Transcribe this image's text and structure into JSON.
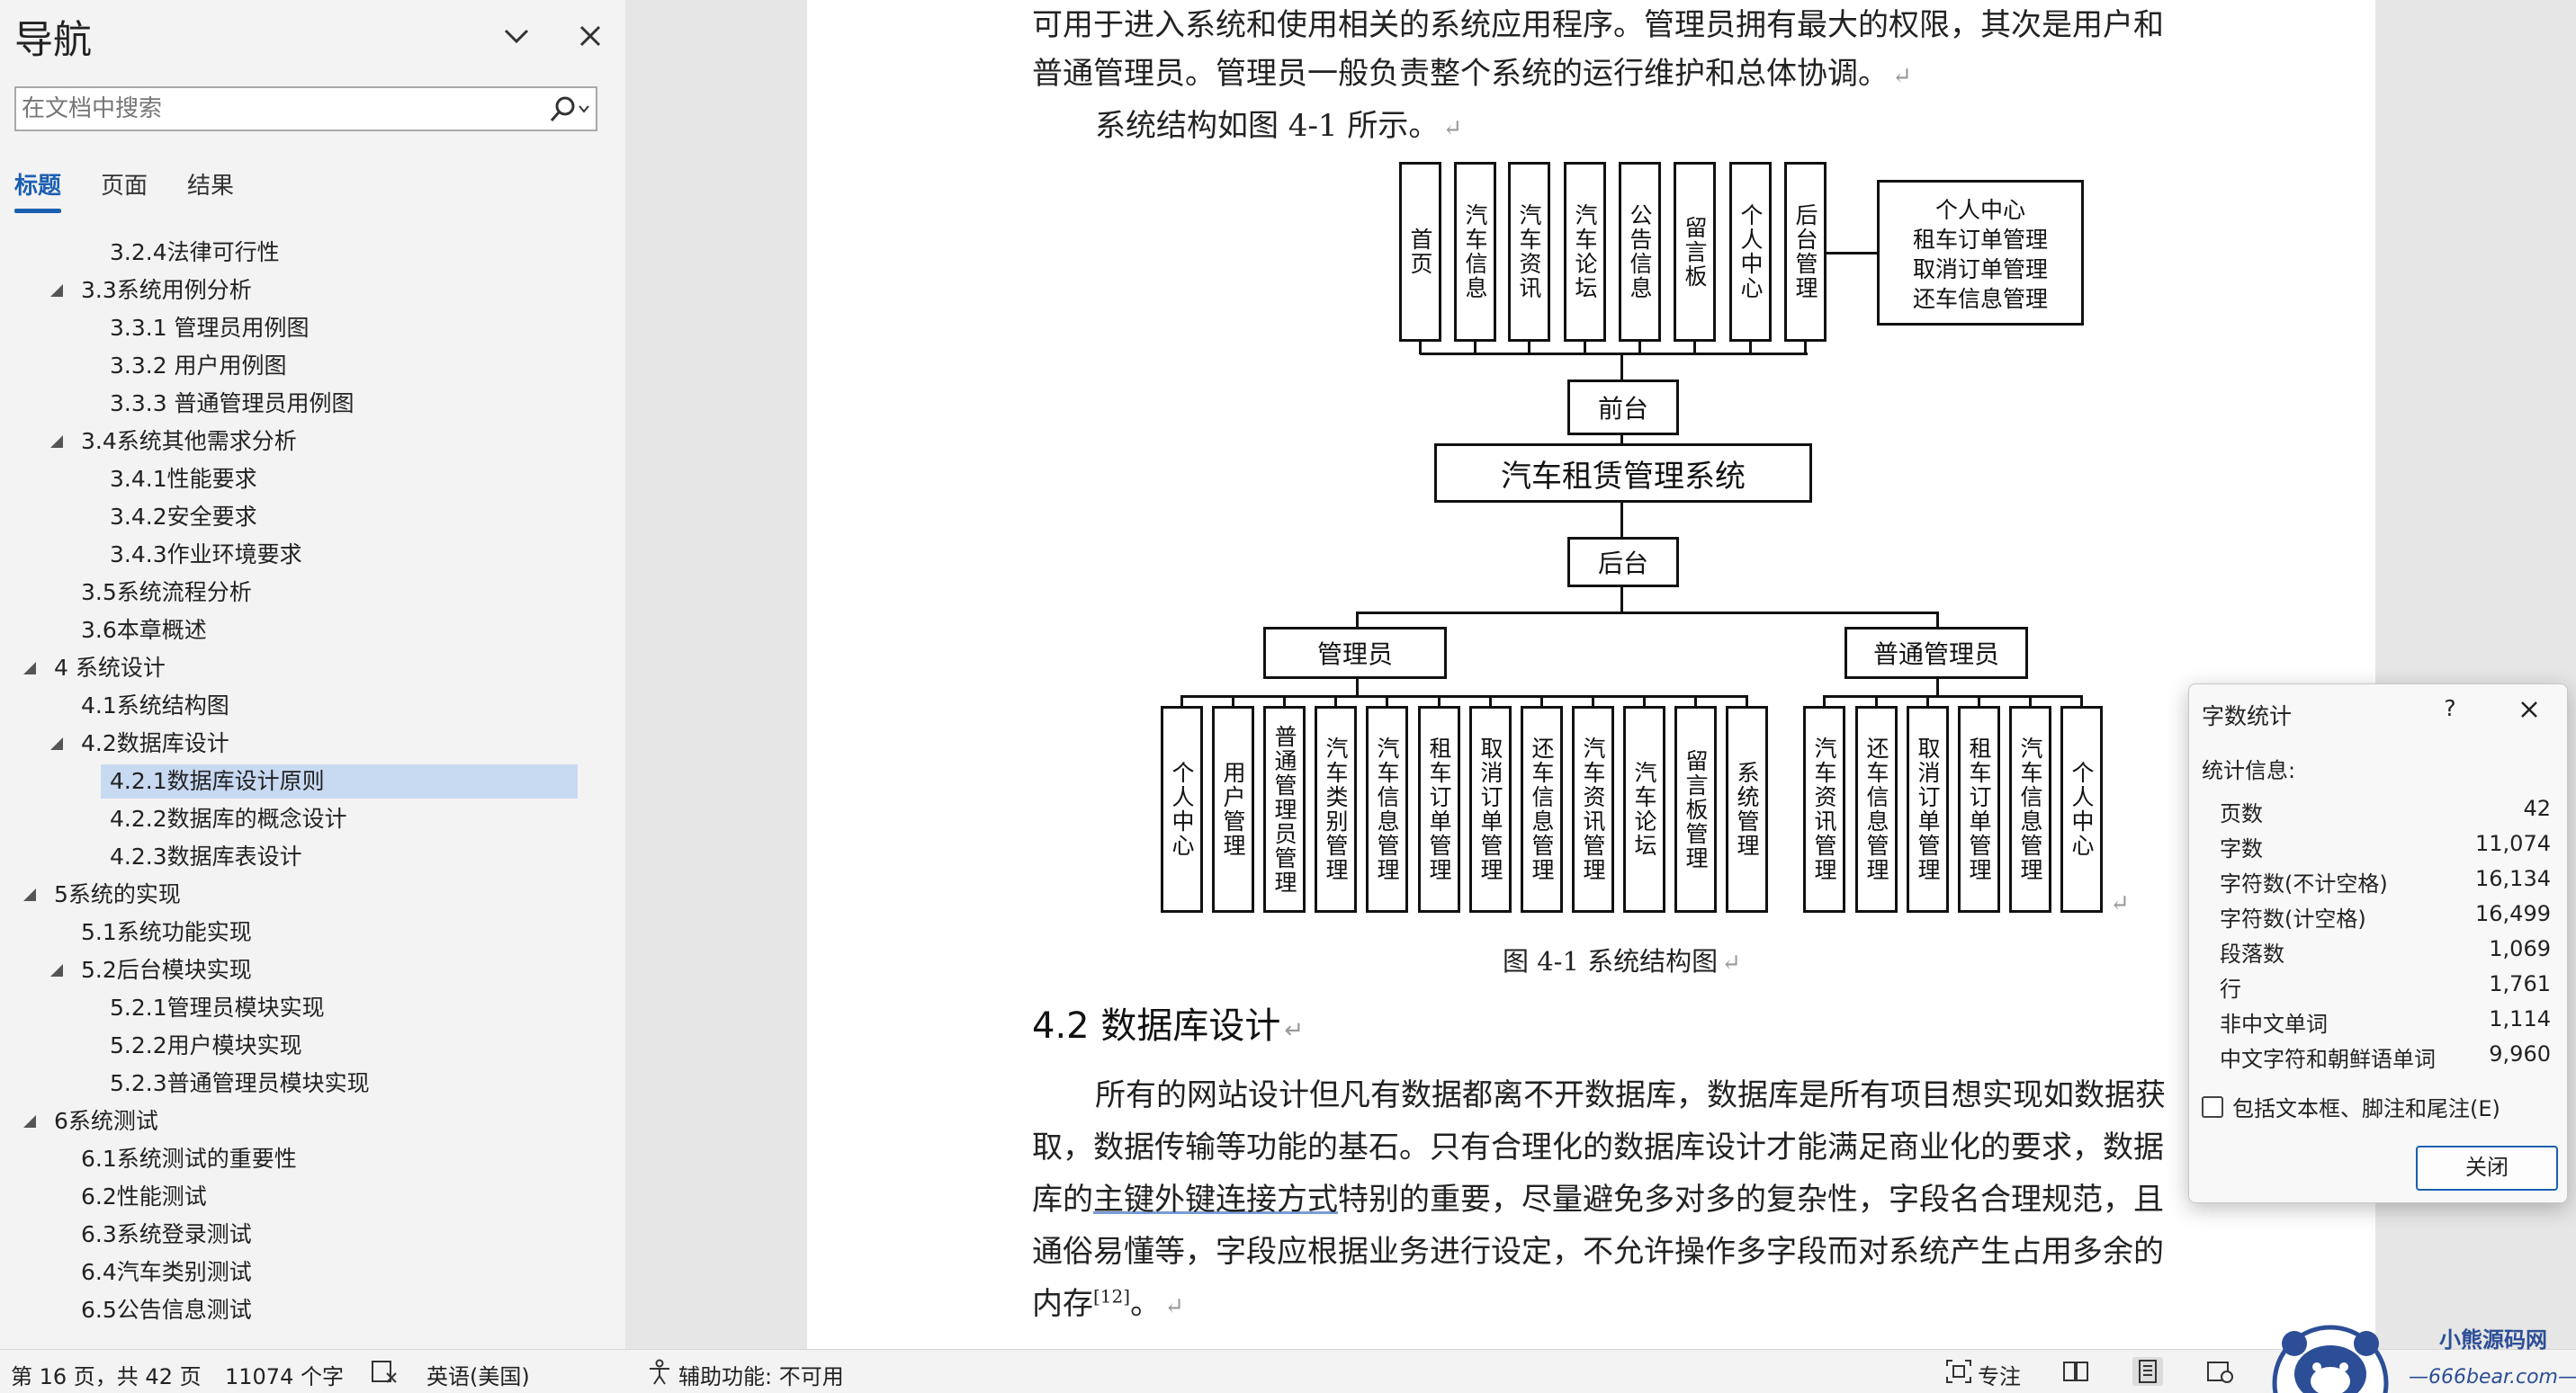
{
  "nav": {
    "title": "导航",
    "search_placeholder": "在文档中搜索",
    "tabs": [
      "标题",
      "页面",
      "结果"
    ],
    "outline": [
      {
        "label": "3.2.4法律可行性",
        "level": 3
      },
      {
        "label": "3.3系统用例分析",
        "level": 2,
        "expanded": true
      },
      {
        "label": "3.3.1 管理员用例图",
        "level": 3
      },
      {
        "label": "3.3.2 用户用例图",
        "level": 3
      },
      {
        "label": "3.3.3 普通管理员用例图",
        "level": 3
      },
      {
        "label": "3.4系统其他需求分析",
        "level": 2,
        "expanded": true
      },
      {
        "label": "3.4.1性能要求",
        "level": 3
      },
      {
        "label": "3.4.2安全要求",
        "level": 3
      },
      {
        "label": "3.4.3作业环境要求",
        "level": 3
      },
      {
        "label": "3.5系统流程分析",
        "level": 2
      },
      {
        "label": "3.6本章概述",
        "level": 2
      },
      {
        "label": "4 系统设计",
        "level": 1,
        "expanded": true
      },
      {
        "label": "4.1系统结构图",
        "level": 2
      },
      {
        "label": "4.2数据库设计",
        "level": 2,
        "expanded": true
      },
      {
        "label": "4.2.1数据库设计原则",
        "level": 3,
        "selected": true
      },
      {
        "label": "4.2.2数据库的概念设计",
        "level": 3
      },
      {
        "label": "4.2.3数据库表设计",
        "level": 3
      },
      {
        "label": "5系统的实现",
        "level": 1,
        "expanded": true
      },
      {
        "label": "5.1系统功能实现",
        "level": 2
      },
      {
        "label": "5.2后台模块实现",
        "level": 2,
        "expanded": true
      },
      {
        "label": "5.2.1管理员模块实现",
        "level": 3
      },
      {
        "label": "5.2.2用户模块实现",
        "level": 3
      },
      {
        "label": "5.2.3普通管理员模块实现",
        "level": 3
      },
      {
        "label": "6系统测试",
        "level": 1,
        "expanded": true
      },
      {
        "label": "6.1系统测试的重要性",
        "level": 2
      },
      {
        "label": "6.2性能测试",
        "level": 2
      },
      {
        "label": "6.3系统登录测试",
        "level": 2
      },
      {
        "label": "6.4汽车类别测试",
        "level": 2
      },
      {
        "label": "6.5公告信息测试",
        "level": 2
      }
    ]
  },
  "doc": {
    "line1": "可用于进入系统和使用相关的系统应用程序。管理员拥有最大的权限，其次是用户和",
    "line2": "普通管理员。管理员一般负责整个系统的运行维护和总体协调。",
    "line3": "系统结构如图 4-1 所示。",
    "pm": "↵",
    "diagram": {
      "front_items": [
        "首页",
        "汽车信息",
        "汽车资讯",
        "汽车论坛",
        "公告信息",
        "留言板",
        "个人中心",
        "后台管理"
      ],
      "personal_center": [
        "个人中心",
        "租车订单管理",
        "取消订单管理",
        "还车信息管理"
      ],
      "front": "前台",
      "system": "汽车租赁管理系统",
      "back": "后台",
      "admin": "管理员",
      "general_admin": "普通管理员",
      "admin_items": [
        "个人中心",
        "用户管理",
        "普通管理员管理",
        "汽车类别管理",
        "汽车信息管理",
        "租车订单管理",
        "取消订单管理",
        "还车信息管理",
        "汽车资讯管理",
        "汽车论坛",
        "留言板管理",
        "系统管理"
      ],
      "general_items": [
        "汽车资讯管理",
        "还车信息管理",
        "取消订单管理",
        "租车订单管理",
        "汽车信息管理",
        "个人中心"
      ]
    },
    "caption": "图 4-1 系统结构图",
    "heading": "4.2 数据库设计",
    "body1": "所有的网站设计但凡有数据都离不开数据库，数据库是所有项目想实现如数据获",
    "body2": "取，数据传输等功能的基石。只有合理化的数据库设计才能满足商业化的要求，数据",
    "body3_a": "库的",
    "body3_u": "主键外键连接方式",
    "body3_b": "特别的重要，尽量避免多对多的复杂性，字段名合理规范，且",
    "body4": "通俗易懂等，字段应根据业务进行设定，不允许操作多字段而对系统产生占用多余的",
    "body5_a": "内存",
    "body5_sup": "[12]",
    "body5_b": "。"
  },
  "dialog": {
    "title": "字数统计",
    "help": "?",
    "section": "统计信息:",
    "stats": [
      {
        "label": "页数",
        "value": "42"
      },
      {
        "label": "字数",
        "value": "11,074"
      },
      {
        "label": "字符数(不计空格)",
        "value": "16,134"
      },
      {
        "label": "字符数(计空格)",
        "value": "16,499"
      },
      {
        "label": "段落数",
        "value": "1,069"
      },
      {
        "label": "行",
        "value": "1,761"
      },
      {
        "label": "非中文单词",
        "value": "1,114"
      },
      {
        "label": "中文字符和朝鲜语单词",
        "value": "9,960"
      }
    ],
    "checkbox_label": "包括文本框、脚注和尾注(E)",
    "close_button": "关闭"
  },
  "status": {
    "page": "第 16 页，共 42 页",
    "words": "11074 个字",
    "language": "英语(美国)",
    "accessibility": "辅助功能: 不可用",
    "focus": "专注"
  },
  "watermark": {
    "title": "小熊源码网",
    "url": "—666bear.com—"
  },
  "colors": {
    "accent": "#1b5fb0",
    "selection": "#c8d9f2",
    "nav_bg": "#f3f3f3",
    "canvas_bg": "#e6e6e6"
  }
}
